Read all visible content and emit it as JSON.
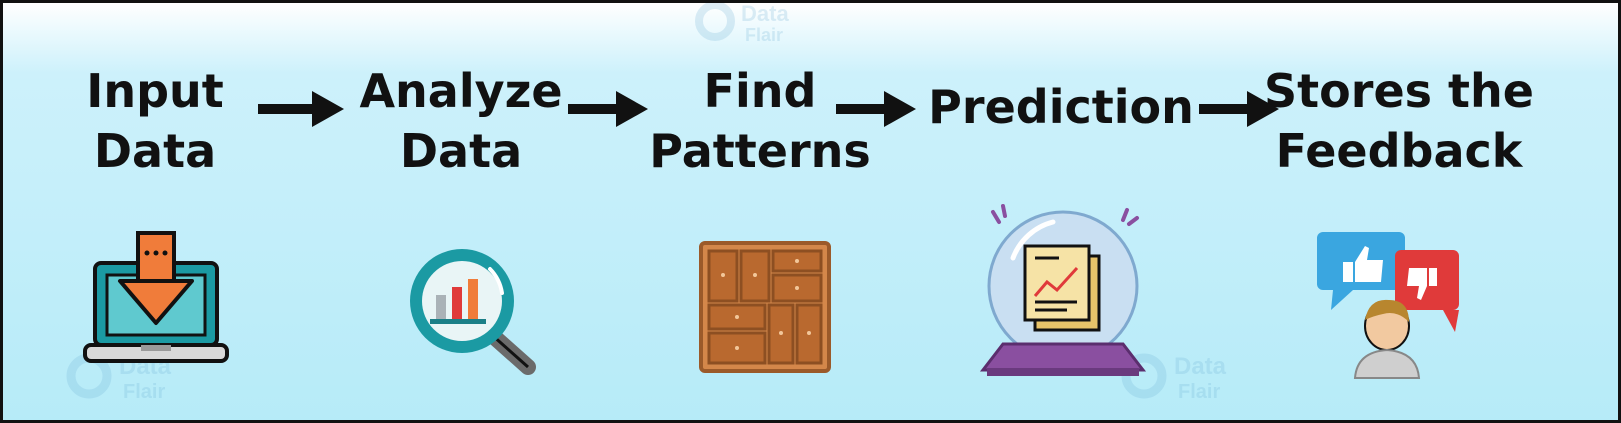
{
  "steps": [
    {
      "line1": "Input",
      "line2": "Data",
      "icon": "laptop-download-icon"
    },
    {
      "line1": "Analyze",
      "line2": "Data",
      "icon": "magnifier-chart-icon"
    },
    {
      "line1": "Find",
      "line2": "Patterns",
      "icon": "pattern-grid-icon"
    },
    {
      "line1": "Prediction",
      "line2": "",
      "icon": "crystal-ball-icon"
    },
    {
      "line1": "Stores the",
      "line2": "Feedback",
      "icon": "feedback-thumbs-icon"
    }
  ],
  "watermark": {
    "line1": "Data",
    "line2": "Flair"
  },
  "colors": {
    "text": "#111111",
    "background": "#b6ebf8",
    "teal": "#1b9aa3",
    "orange": "#f07c3a",
    "wood": "#c8743d",
    "purple": "#8a4fa0",
    "blue": "#3aa6e0",
    "red": "#e03a3a"
  }
}
